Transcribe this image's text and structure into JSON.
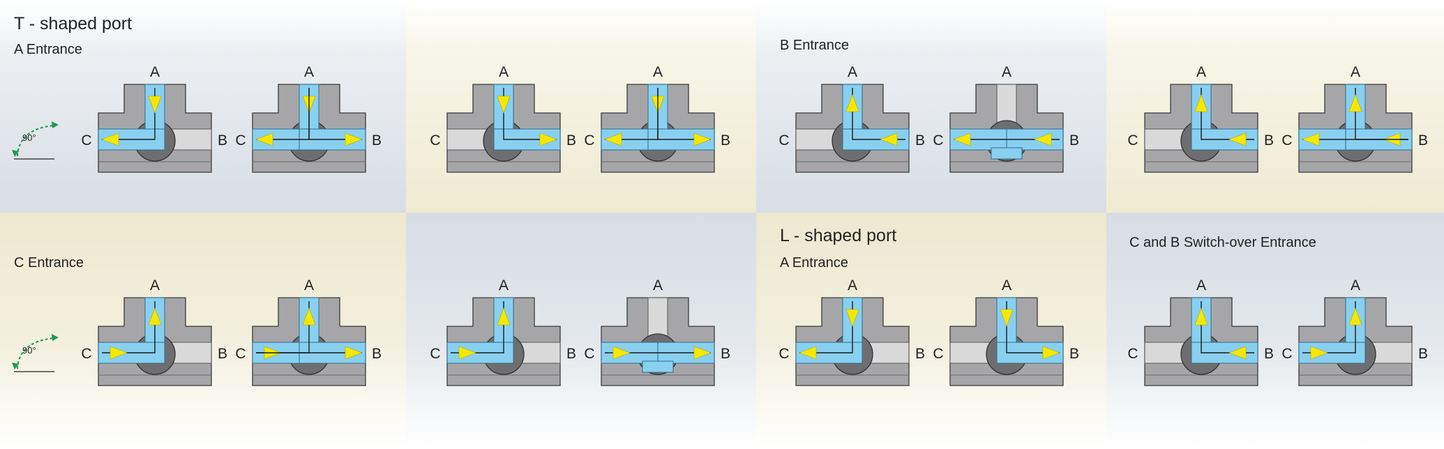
{
  "sections": {
    "t_port_title": "T - shaped port",
    "t_a_entrance": "A Entrance",
    "t_b_entrance": "B Entrance",
    "t_c_entrance": "C Entrance",
    "l_port_title": "L - shaped port",
    "l_a_entrance": "A Entrance",
    "cb_switch": "C and B Switch-over Entrance"
  },
  "angle_label": "90°",
  "port_labels": {
    "top": "A",
    "left": "C",
    "right": "B"
  },
  "colors": {
    "body": "#a6a6a8",
    "body_stroke": "#3a3a3a",
    "ball": "#6e6e70",
    "channel": "#89d0f0",
    "empty_channel": "#d9d9d9",
    "arrow": "#f5e800",
    "angle_arrow": "#1f9a52"
  },
  "valves": [
    {
      "id": "t-a-1",
      "flows": [
        [
          "A",
          "C"
        ]
      ]
    },
    {
      "id": "t-a-2",
      "flows": [
        [
          "A",
          "C"
        ],
        [
          "A",
          "B"
        ]
      ]
    },
    {
      "id": "t-a-3",
      "flows": [
        [
          "A",
          "B"
        ]
      ]
    },
    {
      "id": "t-a-4",
      "flows": [
        [
          "A",
          "C"
        ],
        [
          "A",
          "B"
        ]
      ]
    },
    {
      "id": "t-b-1",
      "flows": [
        [
          "B",
          "A"
        ]
      ]
    },
    {
      "id": "t-b-2",
      "flows": [
        [
          "B",
          "C"
        ]
      ]
    },
    {
      "id": "t-b-3",
      "flows": [
        [
          "B",
          "A"
        ]
      ]
    },
    {
      "id": "t-b-4",
      "flows": [
        [
          "B",
          "A"
        ],
        [
          "B",
          "C"
        ]
      ]
    },
    {
      "id": "t-c-1",
      "flows": [
        [
          "C",
          "A"
        ]
      ]
    },
    {
      "id": "t-c-2",
      "flows": [
        [
          "C",
          "A"
        ],
        [
          "C",
          "B"
        ]
      ]
    },
    {
      "id": "t-c-3",
      "flows": [
        [
          "C",
          "A"
        ]
      ]
    },
    {
      "id": "t-c-4",
      "flows": [
        [
          "C",
          "B"
        ]
      ]
    },
    {
      "id": "l-a-1",
      "flows": [
        [
          "A",
          "C"
        ]
      ]
    },
    {
      "id": "l-a-2",
      "flows": [
        [
          "A",
          "B"
        ]
      ]
    },
    {
      "id": "l-cb-1",
      "flows": [
        [
          "B",
          "A"
        ]
      ]
    },
    {
      "id": "l-cb-2",
      "flows": [
        [
          "C",
          "A"
        ]
      ]
    }
  ]
}
